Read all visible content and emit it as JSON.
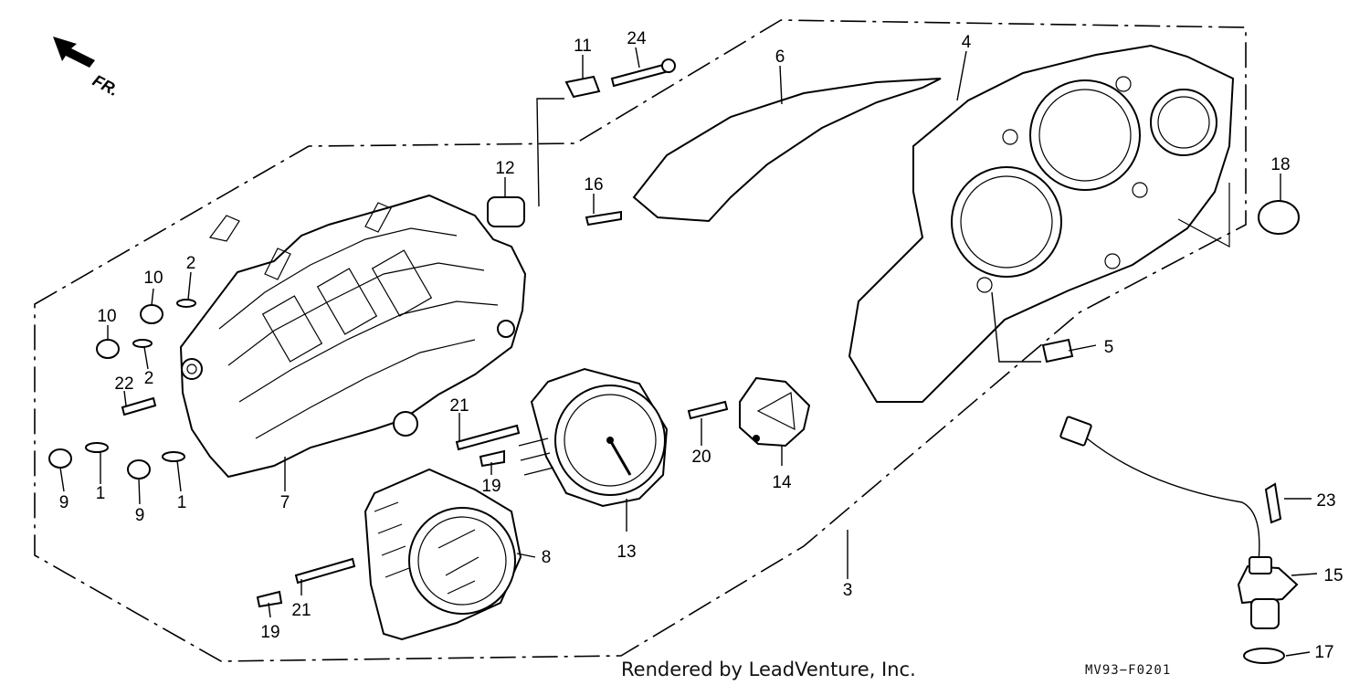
{
  "diagram": {
    "direction_label": "FR.",
    "footer_text": "Rendered by LeadVenture, Inc.",
    "diagram_code": "MV93−F0201",
    "callouts": [
      {
        "id": "c1a",
        "label": "1"
      },
      {
        "id": "c1b",
        "label": "1"
      },
      {
        "id": "c2a",
        "label": "2"
      },
      {
        "id": "c2b",
        "label": "2"
      },
      {
        "id": "c3",
        "label": "3"
      },
      {
        "id": "c4",
        "label": "4"
      },
      {
        "id": "c5",
        "label": "5"
      },
      {
        "id": "c6",
        "label": "6"
      },
      {
        "id": "c7",
        "label": "7"
      },
      {
        "id": "c8",
        "label": "8"
      },
      {
        "id": "c9a",
        "label": "9"
      },
      {
        "id": "c9b",
        "label": "9"
      },
      {
        "id": "c10a",
        "label": "10"
      },
      {
        "id": "c10b",
        "label": "10"
      },
      {
        "id": "c11",
        "label": "11"
      },
      {
        "id": "c12",
        "label": "12"
      },
      {
        "id": "c13",
        "label": "13"
      },
      {
        "id": "c14",
        "label": "14"
      },
      {
        "id": "c15",
        "label": "15"
      },
      {
        "id": "c16",
        "label": "16"
      },
      {
        "id": "c17",
        "label": "17"
      },
      {
        "id": "c18",
        "label": "18"
      },
      {
        "id": "c19a",
        "label": "19"
      },
      {
        "id": "c19b",
        "label": "19"
      },
      {
        "id": "c20",
        "label": "20"
      },
      {
        "id": "c21a",
        "label": "21"
      },
      {
        "id": "c21b",
        "label": "21"
      },
      {
        "id": "c22",
        "label": "22"
      },
      {
        "id": "c23",
        "label": "23"
      },
      {
        "id": "c24",
        "label": "24"
      }
    ]
  }
}
